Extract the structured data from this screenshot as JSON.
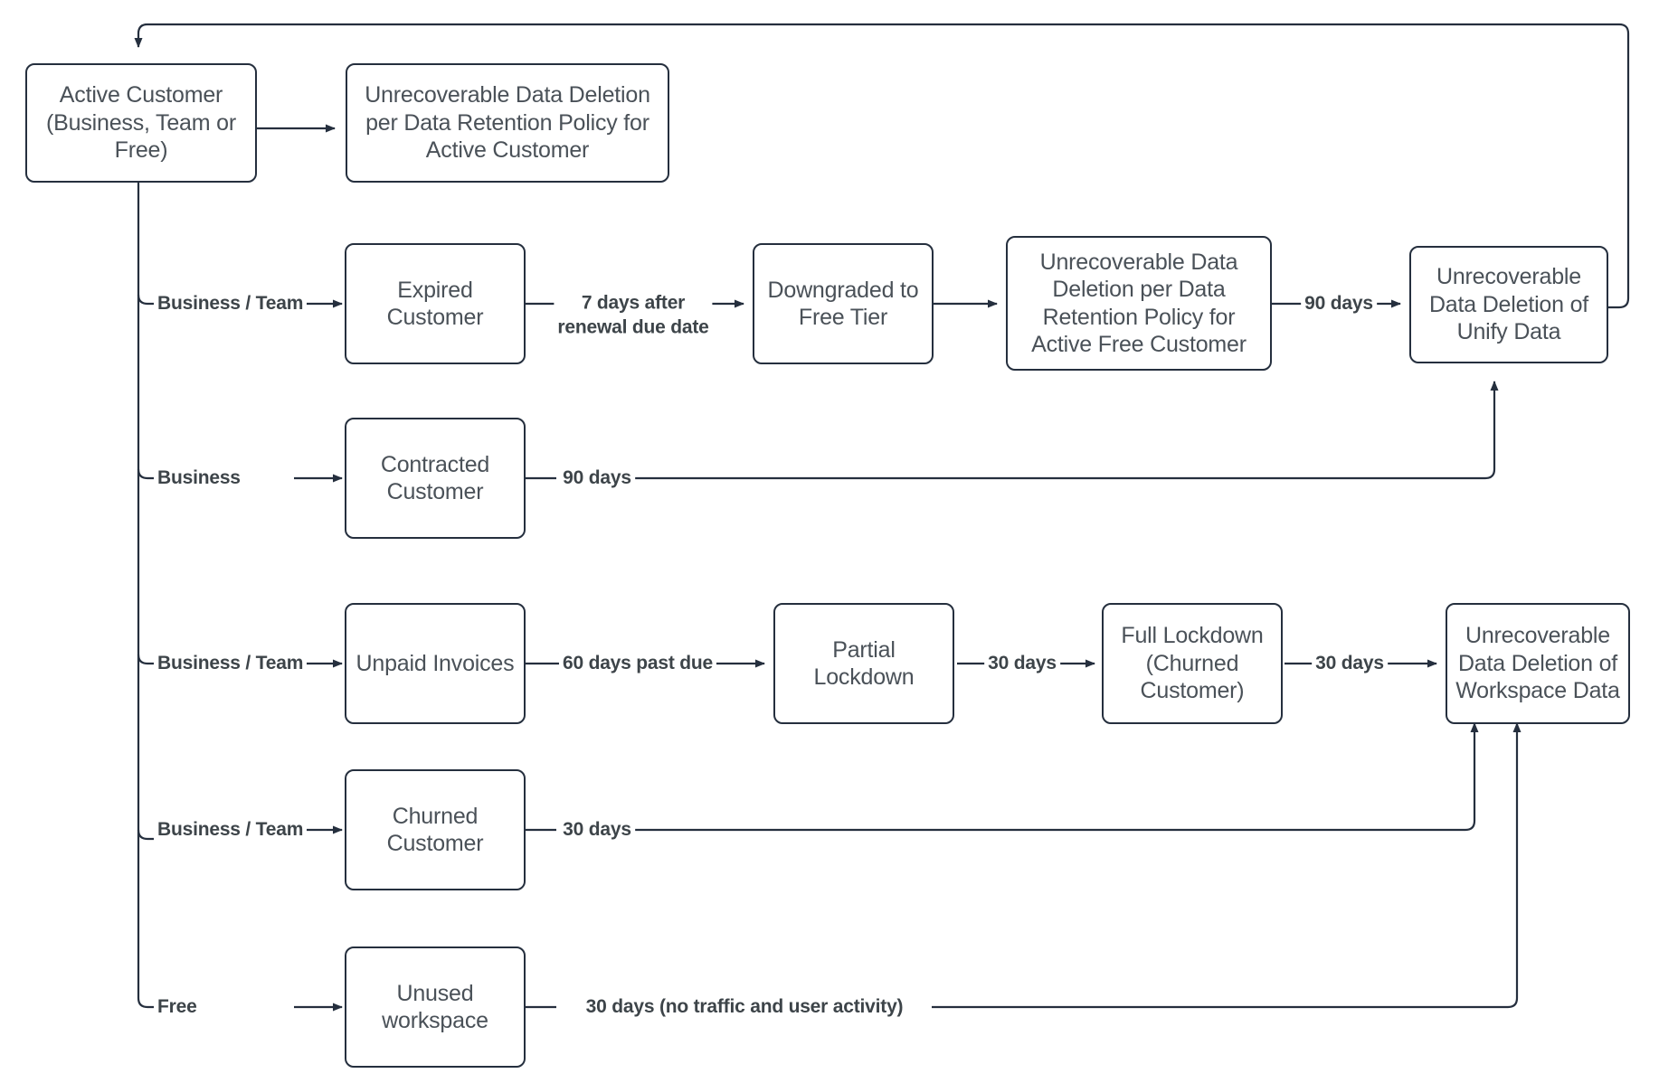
{
  "diagram": {
    "title": "Customer Lifecycle Data Retention and Deletion Flow",
    "type": "flowchart",
    "colors": {
      "node_border": "#252f3e",
      "node_fill": "#ffffff",
      "node_text": "#4a5158",
      "edge_line": "#252f3e",
      "edge_label_text": "#3d4449",
      "background": "#ffffff"
    },
    "nodes": [
      {
        "id": "active_customer",
        "label": "Active Customer\n(Business, Team or\nFree)"
      },
      {
        "id": "unrec_active",
        "label": "Unrecoverable Data Deletion\nper Data Retention Policy for\nActive Customer"
      },
      {
        "id": "expired_customer",
        "label": "Expired\nCustomer"
      },
      {
        "id": "downgraded_free",
        "label": "Downgraded to\nFree Tier"
      },
      {
        "id": "unrec_free",
        "label": "Unrecoverable Data\nDeletion per Data\nRetention Policy for\nActive Free Customer"
      },
      {
        "id": "unrec_unify",
        "label": "Unrecoverable\nData Deletion of\nUnify Data"
      },
      {
        "id": "contracted_customer",
        "label": "Contracted\nCustomer"
      },
      {
        "id": "unpaid_invoices",
        "label": "Unpaid Invoices"
      },
      {
        "id": "partial_lockdown",
        "label": "Partial\nLockdown"
      },
      {
        "id": "full_lockdown",
        "label": "Full Lockdown\n(Churned\nCustomer)"
      },
      {
        "id": "unrec_workspace",
        "label": "Unrecoverable\nData Deletion of\nWorkspace Data"
      },
      {
        "id": "churned_customer",
        "label": "Churned\nCustomer"
      },
      {
        "id": "unused_workspace",
        "label": "Unused\nworkspace"
      }
    ],
    "edge_labels": [
      {
        "id": "l_branch_business_team_1",
        "text": "Business / Team"
      },
      {
        "id": "l_7days",
        "text": "7 days after\nrenewal due date"
      },
      {
        "id": "l_90days_unify",
        "text": "90 days"
      },
      {
        "id": "l_branch_business",
        "text": "Business"
      },
      {
        "id": "l_90days_contracted",
        "text": "90 days"
      },
      {
        "id": "l_branch_business_team_2",
        "text": "Business / Team"
      },
      {
        "id": "l_60days",
        "text": "60 days past due"
      },
      {
        "id": "l_30days_partial",
        "text": "30 days"
      },
      {
        "id": "l_30days_full",
        "text": "30 days"
      },
      {
        "id": "l_branch_business_team_3",
        "text": "Business / Team"
      },
      {
        "id": "l_30days_churned",
        "text": "30 days"
      },
      {
        "id": "l_branch_free",
        "text": "Free"
      },
      {
        "id": "l_30days_unused",
        "text": "30 days (no traffic and user activity)"
      }
    ],
    "edges": [
      {
        "from": "active_customer",
        "to": "unrec_active",
        "label": ""
      },
      {
        "from": "active_customer",
        "to": "expired_customer",
        "label": "Business / Team"
      },
      {
        "from": "expired_customer",
        "to": "downgraded_free",
        "label": "7 days after renewal due date"
      },
      {
        "from": "downgraded_free",
        "to": "unrec_free",
        "label": ""
      },
      {
        "from": "unrec_free",
        "to": "unrec_unify",
        "label": "90 days"
      },
      {
        "from": "unrec_unify",
        "to": "active_customer",
        "label": ""
      },
      {
        "from": "active_customer",
        "to": "contracted_customer",
        "label": "Business"
      },
      {
        "from": "contracted_customer",
        "to": "unrec_unify",
        "label": "90 days"
      },
      {
        "from": "active_customer",
        "to": "unpaid_invoices",
        "label": "Business / Team"
      },
      {
        "from": "unpaid_invoices",
        "to": "partial_lockdown",
        "label": "60 days past due"
      },
      {
        "from": "partial_lockdown",
        "to": "full_lockdown",
        "label": "30 days"
      },
      {
        "from": "full_lockdown",
        "to": "unrec_workspace",
        "label": "30 days"
      },
      {
        "from": "active_customer",
        "to": "churned_customer",
        "label": "Business / Team"
      },
      {
        "from": "churned_customer",
        "to": "unrec_workspace",
        "label": "30 days"
      },
      {
        "from": "active_customer",
        "to": "unused_workspace",
        "label": "Free"
      },
      {
        "from": "unused_workspace",
        "to": "unrec_workspace",
        "label": "30 days (no traffic and user activity)"
      }
    ]
  }
}
